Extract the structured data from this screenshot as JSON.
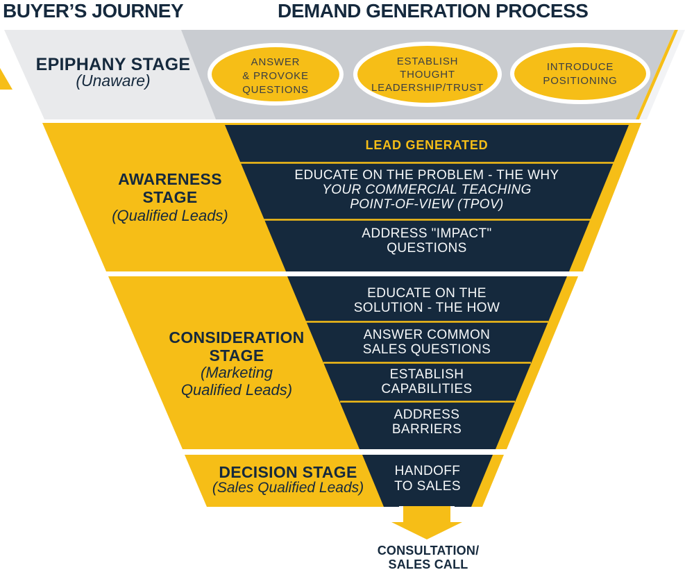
{
  "header": {
    "buyers_journey": "BUYER’S JOURNEY",
    "demand_generation": "DEMAND GENERATION PROCESS"
  },
  "colors": {
    "navy": "#15293D",
    "yellow": "#F6BE17",
    "gray_light": "#E9EAEC",
    "gray_mid": "#C9CCD1",
    "white": "#FFFFFF",
    "oval_text": "#3A3E43"
  },
  "epiphany": {
    "label": "EPIPHANY STAGE",
    "qualifier": "(Unaware)",
    "ovals": [
      {
        "lines": [
          "ANSWER",
          "& PROVOKE",
          "QUESTIONS"
        ]
      },
      {
        "lines": [
          "ESTABLISH",
          "THOUGHT",
          "LEADERSHIP/TRUST"
        ]
      },
      {
        "lines": [
          "INTRODUCE",
          "POSITIONING"
        ]
      }
    ]
  },
  "awareness": {
    "label_lines": [
      "AWARENESS",
      "STAGE"
    ],
    "qualifier": "(Qualified Leads)",
    "lead_generated": "LEAD GENERATED",
    "educate_lines": [
      "EDUCATE ON THE PROBLEM - THE WHY",
      "YOUR COMMERCIAL TEACHING",
      "POINT-OF-VIEW (TPOV)"
    ],
    "impact_lines": [
      "ADDRESS \"IMPACT\"",
      "QUESTIONS"
    ]
  },
  "consideration": {
    "label_lines": [
      "CONSIDERATION",
      "STAGE"
    ],
    "qualifier_lines": [
      "(Marketing",
      "Qualified Leads)"
    ],
    "solution_lines": [
      "EDUCATE ON THE",
      "SOLUTION - THE HOW"
    ],
    "sales_questions_lines": [
      "ANSWER COMMON",
      "SALES QUESTIONS"
    ],
    "capabilities_lines": [
      "ESTABLISH",
      "CAPABILITIES"
    ],
    "barriers_lines": [
      "ADDRESS",
      "BARRIERS"
    ]
  },
  "decision": {
    "label": "DECISION STAGE",
    "qualifier": "(Sales Qualified Leads)",
    "handoff_lines": [
      "HANDOFF",
      "TO SALES"
    ]
  },
  "outcome": {
    "lines": [
      "CONSULTATION/",
      "SALES CALL"
    ]
  }
}
